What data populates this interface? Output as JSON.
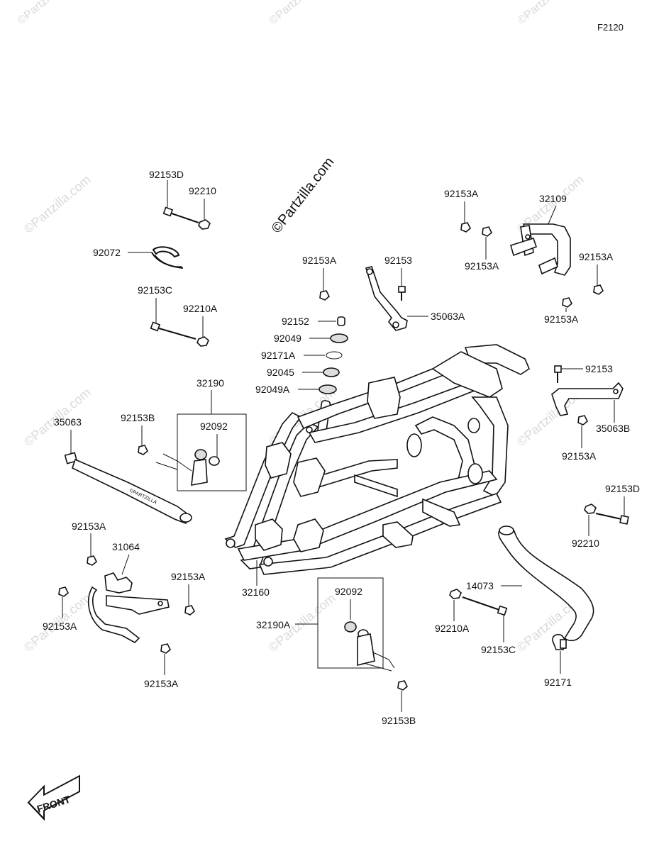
{
  "diagram_code": "F2120",
  "watermark_main": "©Partzilla.com",
  "watermark_faint": "©Partzilla.com",
  "front_label": "FRONT",
  "labels": {
    "p92153D_top": "92153D",
    "p92210_top": "92210",
    "p92072": "92072",
    "p92153C_top": "92153C",
    "p92210A_top": "92210A",
    "p32190": "32190",
    "p92092_top": "92092",
    "p92153B_left": "92153B",
    "p35063": "35063",
    "p92153A_c1": "92153A",
    "p92153_c": "92153",
    "p35063A": "35063A",
    "p92152": "92152",
    "p92049": "92049",
    "p92171A": "92171A",
    "p92045": "92045",
    "p92049A": "92049A",
    "p92153A_r1": "92153A",
    "p92153A_r2": "92153A",
    "p32109": "32109",
    "p92153A_r3": "92153A",
    "p92153A_r4": "92153A",
    "p92153_r": "92153",
    "p35063B": "35063B",
    "p92153A_r5": "92153A",
    "p92153D_r": "92153D",
    "p92210_r": "92210",
    "p14073": "14073",
    "p92153A_l1": "92153A",
    "p31064": "31064",
    "p92153A_l2": "92153A",
    "p92153A_l3": "92153A",
    "p92153A_l4": "92153A",
    "p32160": "32160",
    "p92092_bot": "92092",
    "p32190A": "32190A",
    "p92153B_bot": "92153B",
    "p92210A_r": "92210A",
    "p92153C_r": "92153C",
    "p92171": "92171"
  }
}
